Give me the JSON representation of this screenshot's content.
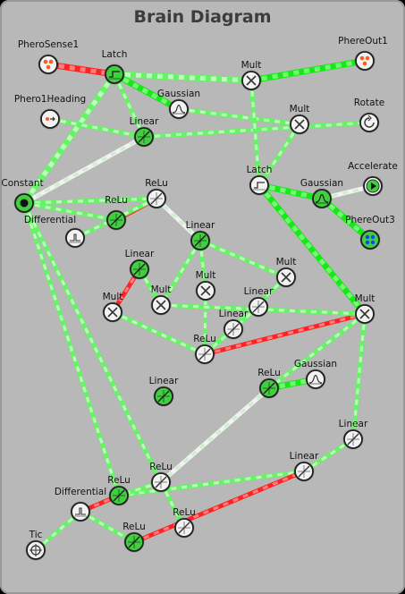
{
  "title": "Brain Diagram",
  "colors": {
    "background": "#b8b8b8",
    "node_fill": "#f2f2f2",
    "node_active": "#3fcf3f",
    "node_stroke": "#202020",
    "sensor_dot": "#ff5a1f",
    "output_dot_blue": "#1b3fff"
  },
  "nodes": [
    {
      "id": "pherosense1",
      "label": "PheroSense1",
      "icon": "sensor-icon",
      "fill": "white"
    },
    {
      "id": "latch1",
      "label": "Latch",
      "icon": "latch-icon",
      "fill": "green"
    },
    {
      "id": "mult1",
      "label": "Mult",
      "icon": "mult-icon",
      "fill": "white"
    },
    {
      "id": "phereout1",
      "label": "PhereOut1",
      "icon": "output-icon",
      "fill": "white"
    },
    {
      "id": "gaussian1",
      "label": "Gaussian",
      "icon": "gaussian-icon",
      "fill": "white"
    },
    {
      "id": "phero1heading",
      "label": "Phero1Heading",
      "icon": "heading-icon",
      "fill": "white"
    },
    {
      "id": "mult2",
      "label": "Mult",
      "icon": "mult-icon",
      "fill": "white"
    },
    {
      "id": "rotate",
      "label": "Rotate",
      "icon": "rotate-icon",
      "fill": "white"
    },
    {
      "id": "linear1",
      "label": "Linear",
      "icon": "linear-icon",
      "fill": "green"
    },
    {
      "id": "latch2",
      "label": "Latch",
      "icon": "latch-icon",
      "fill": "white"
    },
    {
      "id": "gaussian2",
      "label": "Gaussian",
      "icon": "gaussian-icon",
      "fill": "green"
    },
    {
      "id": "accelerate",
      "label": "Accelerate",
      "icon": "accelerate-icon",
      "fill": "white"
    },
    {
      "id": "constant",
      "label": "Constant",
      "icon": "constant-icon",
      "fill": "green"
    },
    {
      "id": "relu1",
      "label": "ReLu",
      "icon": "linear-icon",
      "fill": "white"
    },
    {
      "id": "relu2",
      "label": "ReLu",
      "icon": "linear-icon",
      "fill": "green"
    },
    {
      "id": "differential1",
      "label": "Differential",
      "icon": "differential-icon",
      "fill": "white"
    },
    {
      "id": "phereout3",
      "label": "PhereOut3",
      "icon": "output-icon",
      "fill": "green"
    },
    {
      "id": "linear2",
      "label": "Linear",
      "icon": "linear-icon",
      "fill": "green"
    },
    {
      "id": "linear3",
      "label": "Linear",
      "icon": "linear-icon",
      "fill": "green"
    },
    {
      "id": "mult3",
      "label": "Mult",
      "icon": "mult-icon",
      "fill": "white"
    },
    {
      "id": "mult4",
      "label": "Mult",
      "icon": "mult-icon",
      "fill": "white"
    },
    {
      "id": "mult5",
      "label": "Mult",
      "icon": "mult-icon",
      "fill": "white"
    },
    {
      "id": "mult6",
      "label": "Mult",
      "icon": "mult-icon",
      "fill": "white"
    },
    {
      "id": "linear4",
      "label": "Linear",
      "icon": "linear-icon",
      "fill": "white"
    },
    {
      "id": "mult7",
      "label": "Mult",
      "icon": "mult-icon",
      "fill": "white"
    },
    {
      "id": "linear5",
      "label": "Linear",
      "icon": "linear-icon",
      "fill": "white"
    },
    {
      "id": "relu3",
      "label": "ReLu",
      "icon": "linear-icon",
      "fill": "white"
    },
    {
      "id": "linear6",
      "label": "Linear",
      "icon": "linear-icon",
      "fill": "green"
    },
    {
      "id": "relu4",
      "label": "ReLu",
      "icon": "linear-icon",
      "fill": "green"
    },
    {
      "id": "gaussian3",
      "label": "Gaussian",
      "icon": "gaussian-icon",
      "fill": "white"
    },
    {
      "id": "linear7",
      "label": "Linear",
      "icon": "linear-icon",
      "fill": "white"
    },
    {
      "id": "linear8",
      "label": "Linear",
      "icon": "linear-icon",
      "fill": "white"
    },
    {
      "id": "relu5",
      "label": "ReLu",
      "icon": "linear-icon",
      "fill": "green"
    },
    {
      "id": "relu6",
      "label": "ReLu",
      "icon": "linear-icon",
      "fill": "white"
    },
    {
      "id": "differential2",
      "label": "Differential",
      "icon": "differential-icon",
      "fill": "white"
    },
    {
      "id": "relu7",
      "label": "ReLu",
      "icon": "linear-icon",
      "fill": "white"
    },
    {
      "id": "relu8",
      "label": "ReLu",
      "icon": "linear-icon",
      "fill": "green"
    },
    {
      "id": "tic",
      "label": "Tic",
      "icon": "tic-icon",
      "fill": "white"
    }
  ],
  "edges": [
    {
      "from": "pherosense1",
      "to": "latch1",
      "color": "red",
      "strength": "strong"
    },
    {
      "from": "latch1",
      "to": "mult1",
      "color": "lightgreen",
      "strength": "strong"
    },
    {
      "from": "mult1",
      "to": "phereout1",
      "color": "green",
      "strength": "strong"
    },
    {
      "from": "latch1",
      "to": "gaussian1",
      "color": "green",
      "strength": "strong"
    },
    {
      "from": "gaussian1",
      "to": "mult2",
      "color": "lightgreen",
      "strength": "normal"
    },
    {
      "from": "latch1",
      "to": "constant",
      "color": "lightgreen",
      "strength": "strong"
    },
    {
      "from": "latch1",
      "to": "linear1",
      "color": "lightgreen",
      "strength": "normal"
    },
    {
      "from": "phero1heading",
      "to": "linear1",
      "color": "lightgreen",
      "strength": "normal"
    },
    {
      "from": "linear1",
      "to": "rotate",
      "color": "lightgreen",
      "strength": "normal"
    },
    {
      "from": "linear1",
      "to": "constant",
      "color": "pale",
      "strength": "normal"
    },
    {
      "from": "mult2",
      "to": "latch2",
      "color": "lightgreen",
      "strength": "normal"
    },
    {
      "from": "mult1",
      "to": "latch2",
      "color": "lightgreen",
      "strength": "normal"
    },
    {
      "from": "latch2",
      "to": "gaussian2",
      "color": "green",
      "strength": "strong"
    },
    {
      "from": "gaussian2",
      "to": "accelerate",
      "color": "pale",
      "strength": "normal"
    },
    {
      "from": "gaussian2",
      "to": "phereout3",
      "color": "green",
      "strength": "strong"
    },
    {
      "from": "latch2",
      "to": "mult7",
      "color": "green",
      "strength": "strong"
    },
    {
      "from": "constant",
      "to": "relu1",
      "color": "lightgreen",
      "strength": "normal"
    },
    {
      "from": "constant",
      "to": "relu2",
      "color": "lightgreen",
      "strength": "normal"
    },
    {
      "from": "relu2",
      "to": "relu1",
      "color": "red",
      "strength": "normal"
    },
    {
      "from": "differential1",
      "to": "relu1",
      "color": "lightgreen",
      "strength": "normal"
    },
    {
      "from": "relu1",
      "to": "linear2",
      "color": "pale",
      "strength": "normal"
    },
    {
      "from": "linear2",
      "to": "mult4",
      "color": "lightgreen",
      "strength": "normal"
    },
    {
      "from": "linear2",
      "to": "mult5",
      "color": "lightgreen",
      "strength": "normal"
    },
    {
      "from": "linear2",
      "to": "mult6",
      "color": "lightgreen",
      "strength": "normal"
    },
    {
      "from": "linear3",
      "to": "mult3",
      "color": "red",
      "strength": "normal"
    },
    {
      "from": "linear3",
      "to": "mult4",
      "color": "lightgreen",
      "strength": "normal"
    },
    {
      "from": "mult3",
      "to": "relu3",
      "color": "lightgreen",
      "strength": "normal"
    },
    {
      "from": "mult5",
      "to": "relu3",
      "color": "lightgreen",
      "strength": "normal"
    },
    {
      "from": "mult6",
      "to": "relu3",
      "color": "lightgreen",
      "strength": "normal"
    },
    {
      "from": "linear4",
      "to": "relu3",
      "color": "lightgreen",
      "strength": "normal"
    },
    {
      "from": "linear5",
      "to": "relu3",
      "color": "lightgreen",
      "strength": "normal"
    },
    {
      "from": "relu3",
      "to": "mult7",
      "color": "red",
      "strength": "normal"
    },
    {
      "from": "mult7",
      "to": "relu4",
      "color": "lightgreen",
      "strength": "normal"
    },
    {
      "from": "relu4",
      "to": "gaussian3",
      "color": "green",
      "strength": "strong"
    },
    {
      "from": "relu4",
      "to": "relu6",
      "color": "pale",
      "strength": "normal"
    },
    {
      "from": "mult7",
      "to": "linear7",
      "color": "lightgreen",
      "strength": "normal"
    },
    {
      "from": "linear7",
      "to": "linear8",
      "color": "lightgreen",
      "strength": "normal"
    },
    {
      "from": "linear8",
      "to": "relu5",
      "color": "lightgreen",
      "strength": "normal"
    },
    {
      "from": "relu6",
      "to": "relu5",
      "color": "lightgreen",
      "strength": "normal"
    },
    {
      "from": "constant",
      "to": "relu5",
      "color": "lightgreen",
      "strength": "normal"
    },
    {
      "from": "constant",
      "to": "relu6",
      "color": "lightgreen",
      "strength": "normal"
    },
    {
      "from": "relu5",
      "to": "differential2",
      "color": "red",
      "strength": "normal"
    },
    {
      "from": "differential2",
      "to": "relu8",
      "color": "lightgreen",
      "strength": "normal"
    },
    {
      "from": "differential2",
      "to": "tic",
      "color": "lightgreen",
      "strength": "normal"
    },
    {
      "from": "relu6",
      "to": "relu7",
      "color": "lightgreen",
      "strength": "normal"
    },
    {
      "from": "relu8",
      "to": "linear8",
      "color": "red",
      "strength": "normal"
    },
    {
      "from": "mult4",
      "to": "mult7",
      "color": "lightgreen",
      "strength": "normal"
    }
  ]
}
